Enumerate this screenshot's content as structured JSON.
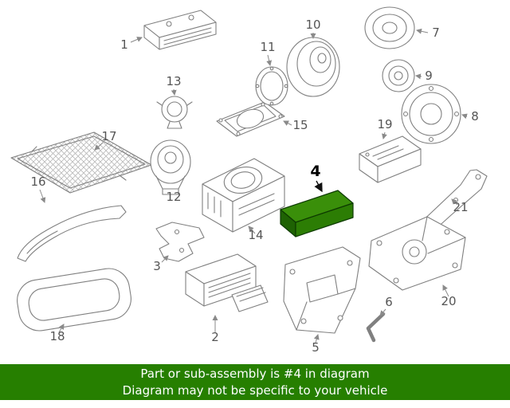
{
  "diagram": {
    "callouts": [
      "1",
      "2",
      "3",
      "4",
      "5",
      "6",
      "7",
      "8",
      "9",
      "10",
      "11",
      "12",
      "13",
      "14",
      "15",
      "16",
      "17",
      "18",
      "19",
      "20",
      "21"
    ],
    "highlight": {
      "part": "4",
      "fill_top": "#3a8f0a",
      "fill_front": "#2c7d04",
      "fill_side": "#1e6203",
      "stroke": "#0d3a00"
    }
  },
  "banner": {
    "line1": "Part or sub-assembly is #4 in diagram",
    "line2": "Diagram may not be specific to your vehicle",
    "bg_color": "#267f00",
    "text_color": "#ffffff"
  }
}
